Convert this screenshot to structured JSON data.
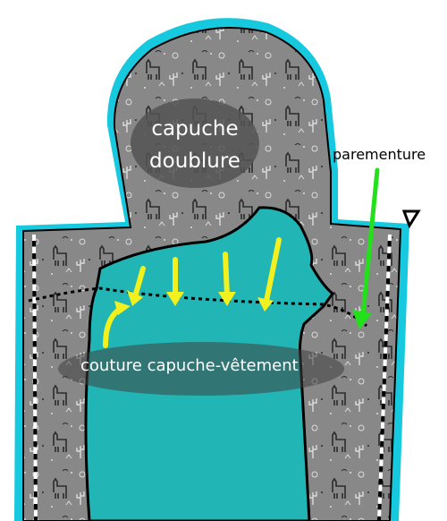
{
  "labels": {
    "hood_lining_line1": "capuche",
    "hood_lining_line2": "doublure",
    "facing": "parementure",
    "seam": "couture capuche-vêtement"
  },
  "colors": {
    "background": "#ffffff",
    "cyan_outline": "#16c9df",
    "fabric_grey": "#8a8a8a",
    "fabric_dark": "#6e6e6e",
    "teal_panel": "#22b5b5",
    "arrow_yellow": "#f2f01e",
    "arrow_green": "#22e01a",
    "label_oval": "#4f4f4f"
  },
  "icons": {
    "print_motifs": "llama and cactus print",
    "notch": "triangle-notch-icon"
  }
}
